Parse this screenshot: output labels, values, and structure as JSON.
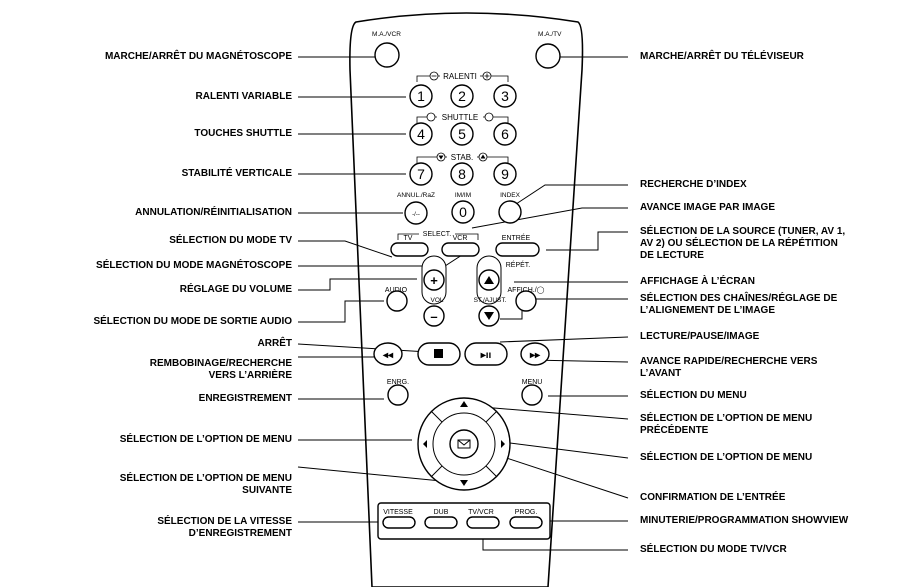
{
  "callouts_left": [
    "MARCHE/ARRÊT DU MAGNÉTOSCOPE",
    "RALENTI VARIABLE",
    "TOUCHES SHUTTLE",
    "STABILITÉ VERTICALE",
    "ANNULATION/RÉINITIALISATION",
    "SÉLECTION DU MODE TV",
    "SÉLECTION DU MODE MAGNÉTOSCOPE",
    "RÉGLAGE DU VOLUME",
    "SÉLECTION DU MODE DE SORTIE AUDIO",
    "ARRÊT",
    "REMBOBINAGE/RECHERCHE\nVERS L’ARRIÈRE",
    "ENREGISTREMENT",
    "SÉLECTION DE L’OPTION DE MENU",
    "SÉLECTION DE L’OPTION DE MENU\nSUIVANTE",
    "SÉLECTION DE LA VITESSE\nD’ENREGISTREMENT"
  ],
  "callouts_right": [
    "MARCHE/ARRÊT DU TÉLÉVISEUR",
    "RECHERCHE D’INDEX",
    "AVANCE IMAGE PAR IMAGE",
    "SÉLECTION DE LA SOURCE (TUNER, AV 1,\nAV 2) OU SÉLECTION DE LA RÉPÉTITION\nDE LECTURE",
    "AFFICHAGE À L’ÉCRAN",
    "SÉLECTION DES CHAÎNES/RÉGLAGE DE\nL’ALIGNEMENT DE L’IMAGE",
    "LECTURE/PAUSE/IMAGE",
    "AVANCE RAPIDE/RECHERCHE VERS\nL’AVANT",
    "SÉLECTION DU MENU",
    "SÉLECTION DE L’OPTION DE MENU\nPRÉCÉDENTE",
    "SÉLECTION DE L’OPTION DE MENU",
    "CONFIRMATION DE L’ENTRÉE",
    "MINUTERIE/PROGRAMMATION SHOWVIEW",
    "SÉLECTION DU MODE TV/VCR"
  ],
  "remote": {
    "power_vcr": "M.A./VCR",
    "power_tv": "M.A./TV",
    "ralenti": "RALENTI",
    "shuttle": "SHUTTLE",
    "stab": "STAB.",
    "digits": [
      "1",
      "2",
      "3",
      "4",
      "5",
      "6",
      "7",
      "8",
      "9",
      "0"
    ],
    "annul": "ANNUL./RaZ",
    "imim": "IM/IM",
    "index": "INDEX",
    "select": "SELECT.",
    "tv": "TV",
    "vcr": "VCR",
    "entree": "ENTRÉE",
    "repet": "RÉPÉT.",
    "audio": "AUDIO",
    "vol": "VOL",
    "st_ajust": "ST./AJUST.",
    "affich": "AFFICH./◯",
    "enrg": "ENRG.",
    "menu": "MENU",
    "vitesse": "VITESSE",
    "dub": "DUB",
    "tvvcr": "TV/VCR",
    "prog": "PROG."
  }
}
